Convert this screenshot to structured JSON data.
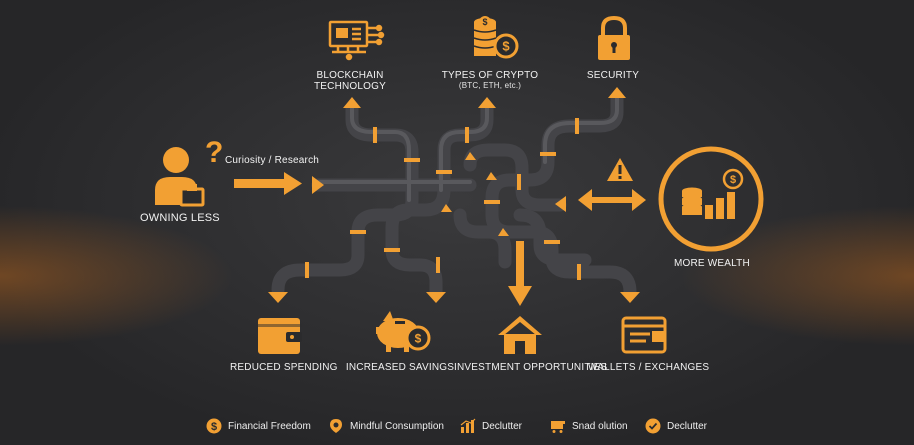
{
  "left_node": {
    "label": "OWNING LESS"
  },
  "flow_label": "Curiosity / Research",
  "right_node": {
    "label": "MORE WEALTH"
  },
  "top_nodes": [
    {
      "label_line1": "BLOCKCHAIN",
      "label_line2": "TECHNOLOGY",
      "icon": "circuit-board-icon"
    },
    {
      "label_line1": "TYPES OF CRYPTO",
      "label_line2": "(BTC, ETH, etc.)",
      "icon": "coin-stack-icon"
    },
    {
      "label_line1": "SECURITY",
      "label_line2": "",
      "icon": "padlock-icon"
    }
  ],
  "bottom_nodes": [
    {
      "label": "REDUCED SPENDING",
      "icon": "wallet-icon"
    },
    {
      "label": "INCREASED SAVINGS",
      "icon": "piggy-bank-icon"
    },
    {
      "label": "INVESTMENT OPPORTUNITIES",
      "icon": "house-icon"
    },
    {
      "label": "WALLETS / EXCHANGES",
      "icon": "wallet-card-icon"
    }
  ],
  "legend": [
    {
      "label": "Financial Freedom",
      "icon": "dollar-circle-icon"
    },
    {
      "label": "Mindful Consumption",
      "icon": "location-pin-icon"
    },
    {
      "label": "Declutter",
      "icon": "bar-chart-icon"
    },
    {
      "label": "Snad olution",
      "icon": "cart-icon"
    },
    {
      "label": "Declutter",
      "icon": "check-circle-icon"
    }
  ],
  "colors": {
    "accent": "#f2a033",
    "background": "#2b2b2d",
    "pipe": "#3f3f42",
    "text": "#f0f0f0"
  }
}
